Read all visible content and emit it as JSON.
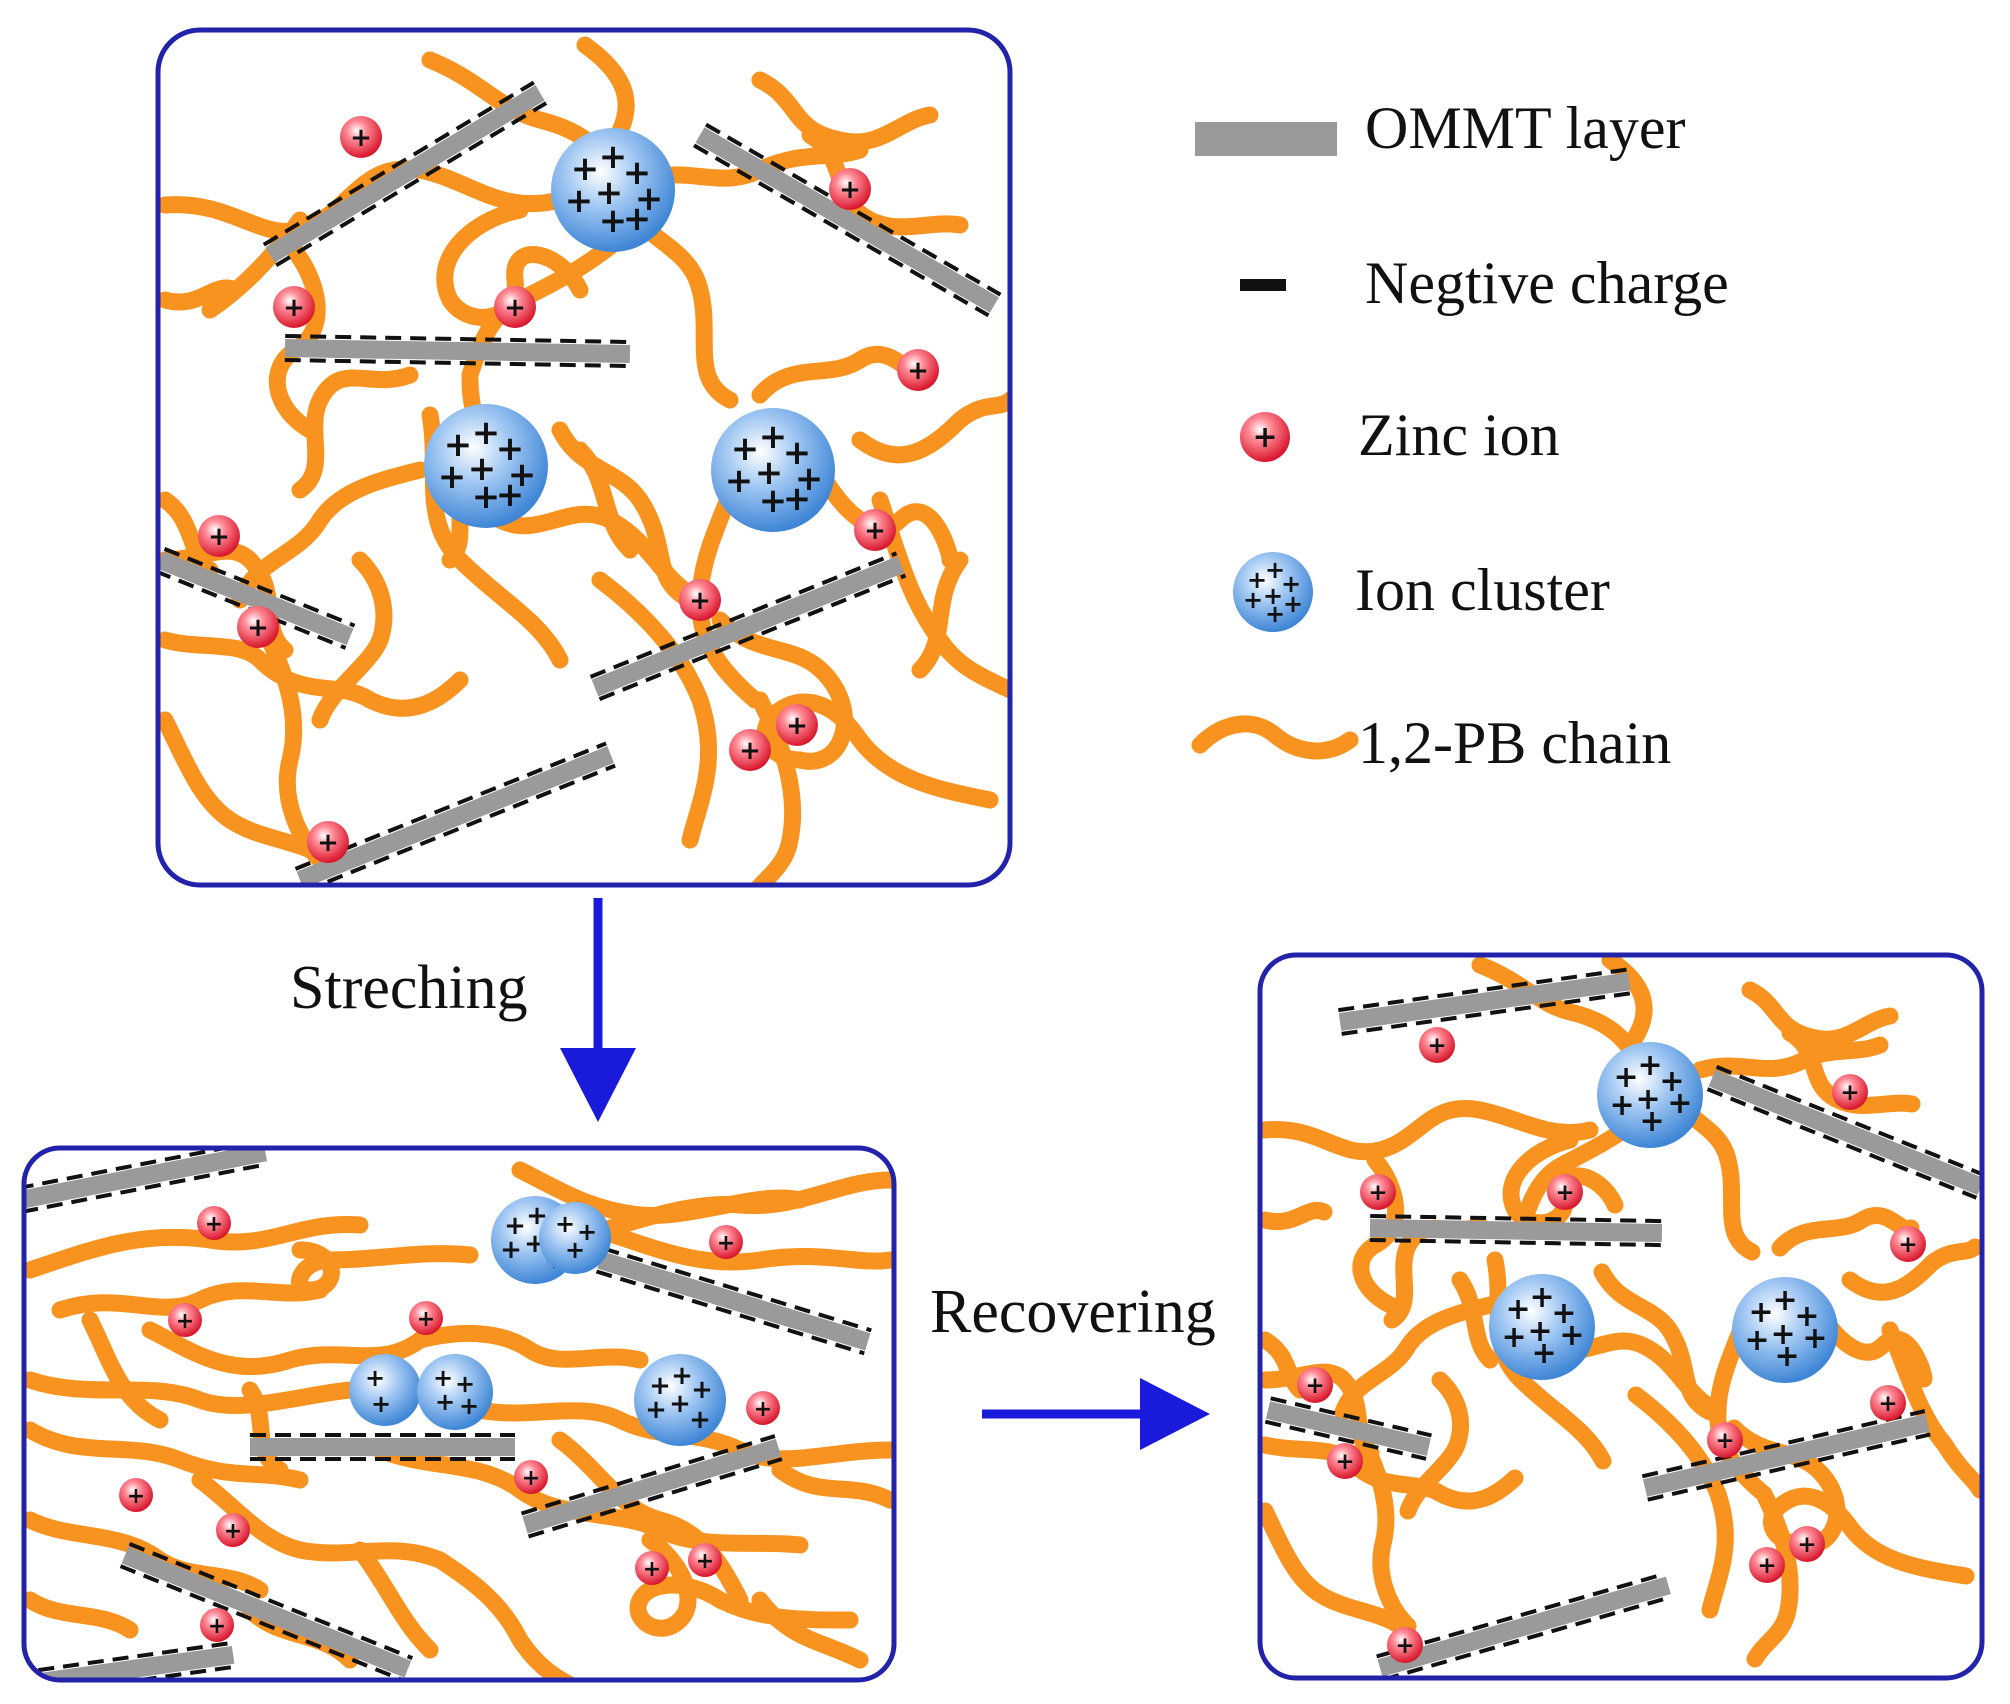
{
  "legend": {
    "items": [
      {
        "icon": "ommt-layer-icon",
        "label": "OMMT layer"
      },
      {
        "icon": "negative-charge-icon",
        "label": "Negtive charge"
      },
      {
        "icon": "zinc-ion-icon",
        "label": "Zinc ion"
      },
      {
        "icon": "ion-cluster-icon",
        "label": "Ion cluster"
      },
      {
        "icon": "pb-chain-icon",
        "label": "1,2-PB chain"
      }
    ]
  },
  "steps": {
    "stretching": "Streching",
    "recovering": "Recovering"
  },
  "colors": {
    "frame": "#2222aa",
    "arrow": "#1a1adb",
    "chain": "#f7931e",
    "layer": "#9a9a9a",
    "charge": "#111111",
    "zinc": "#e8283c",
    "cluster": "#4a90e2"
  },
  "panels": [
    "original-state",
    "stretched-state",
    "recovered-state"
  ]
}
